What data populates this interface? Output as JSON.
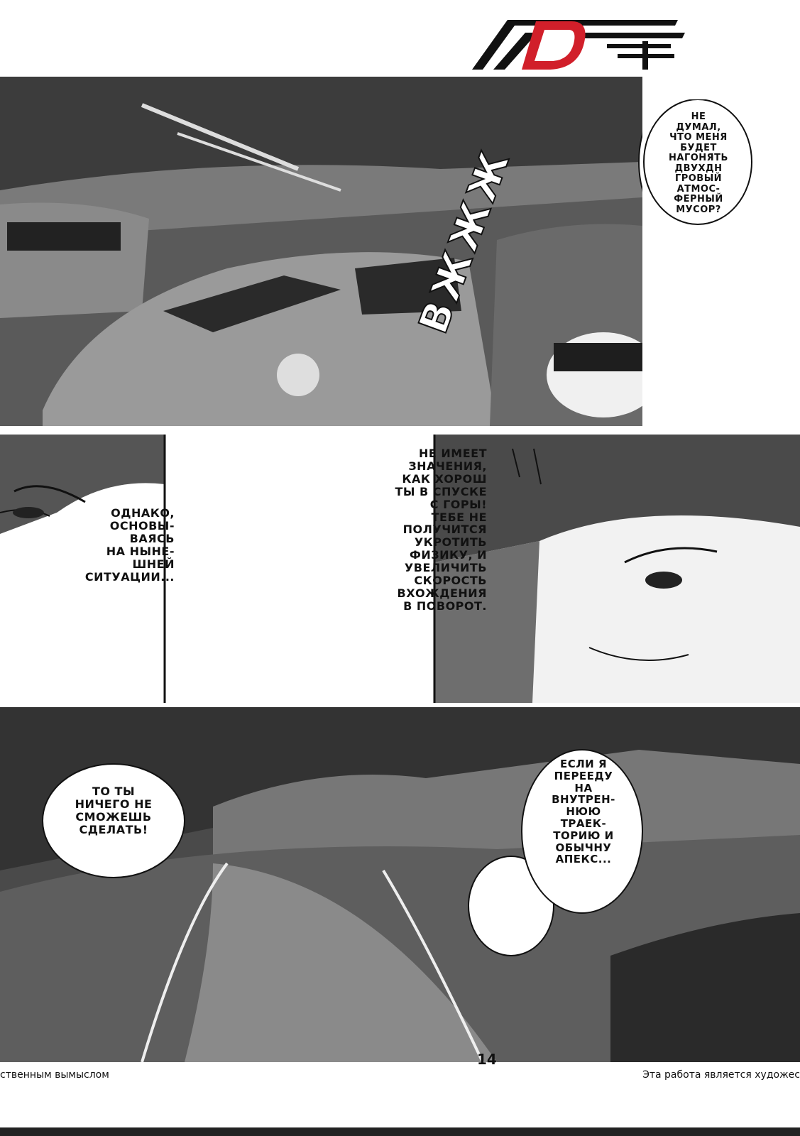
{
  "logo": {
    "letters": "D",
    "colors": {
      "red": "#d11f2a",
      "black": "#111111"
    }
  },
  "panel1": {
    "bubble": "НЕ\nДУМАЛ,\nЧТО МЕНЯ\nБУДЕТ\nНАГОНЯТЬ\nДВУХДН\nГРОВЫЙ\nАТМОС-\nФЕРНЫЙ\nМУСОР?",
    "sfx": "ВЖЖЖ"
  },
  "panel2": {
    "left_text": "ОДНАКО,\nОСНОВЫ-\nВАЯСЬ\nНА НЫНЕ-\nШНЕЙ\nСИТУАЦИИ...",
    "middle_text": "НЕ ИМЕЕТ\nЗНАЧЕНИЯ,\nКАК ХОРОШ\nТЫ В СПУСКЕ\nС ГОРЫ!\nТЕБЕ НЕ\nПОЛУЧИТСЯ\nУКРОТИТЬ\nФИЗИКУ, И\nУВЕЛИЧИТЬ\nСКОРОСТЬ\nВХОЖДЕНИЯ\nВ ПОВОРОТ."
  },
  "panel3": {
    "left_text": "ТО ТЫ\nНИЧЕГО НЕ\nСМОЖЕШЬ\nСДЕЛАТЬ!",
    "right_text": "ЕСЛИ Я\nПЕРЕЕДУ\nНА\nВНУТРЕН-\nНЮЮ\nТРАЕК-\nТОРИЮ И\nОБЫЧНУ\nАПЕКС..."
  },
  "page_number": "14",
  "footer_left": "ственным вымыслом",
  "footer_right": "Эта работа является художес"
}
